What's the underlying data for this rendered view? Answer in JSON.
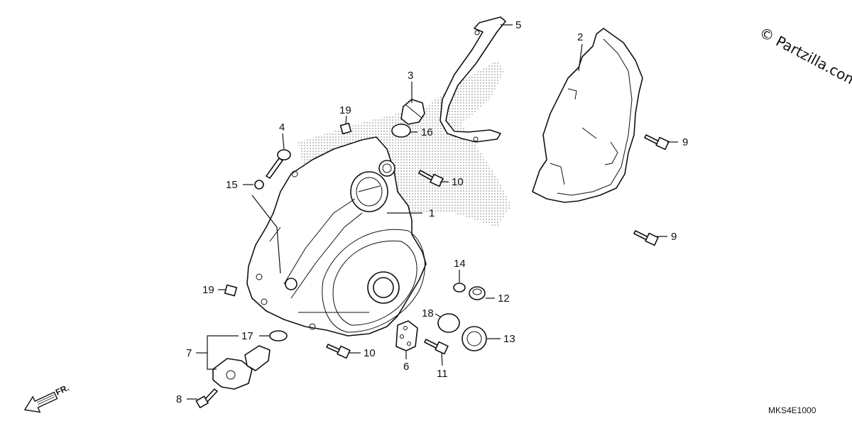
{
  "diagram": {
    "watermark": "© Partzilla.com",
    "diagram_code": "MKS4E1000",
    "direction_label": "FR.",
    "callouts": [
      {
        "id": "c1",
        "label": "1"
      },
      {
        "id": "c2",
        "label": "2"
      },
      {
        "id": "c3",
        "label": "3"
      },
      {
        "id": "c4",
        "label": "4"
      },
      {
        "id": "c5",
        "label": "5"
      },
      {
        "id": "c6",
        "label": "6"
      },
      {
        "id": "c7",
        "label": "7"
      },
      {
        "id": "c8",
        "label": "8"
      },
      {
        "id": "c9a",
        "label": "9"
      },
      {
        "id": "c9b",
        "label": "9"
      },
      {
        "id": "c10a",
        "label": "10"
      },
      {
        "id": "c10b",
        "label": "10"
      },
      {
        "id": "c11",
        "label": "11"
      },
      {
        "id": "c12",
        "label": "12"
      },
      {
        "id": "c13",
        "label": "13"
      },
      {
        "id": "c14",
        "label": "14"
      },
      {
        "id": "c15",
        "label": "15"
      },
      {
        "id": "c16",
        "label": "16"
      },
      {
        "id": "c17",
        "label": "17"
      },
      {
        "id": "c18",
        "label": "18"
      },
      {
        "id": "c19a",
        "label": "19"
      },
      {
        "id": "c19b",
        "label": "19"
      }
    ]
  }
}
